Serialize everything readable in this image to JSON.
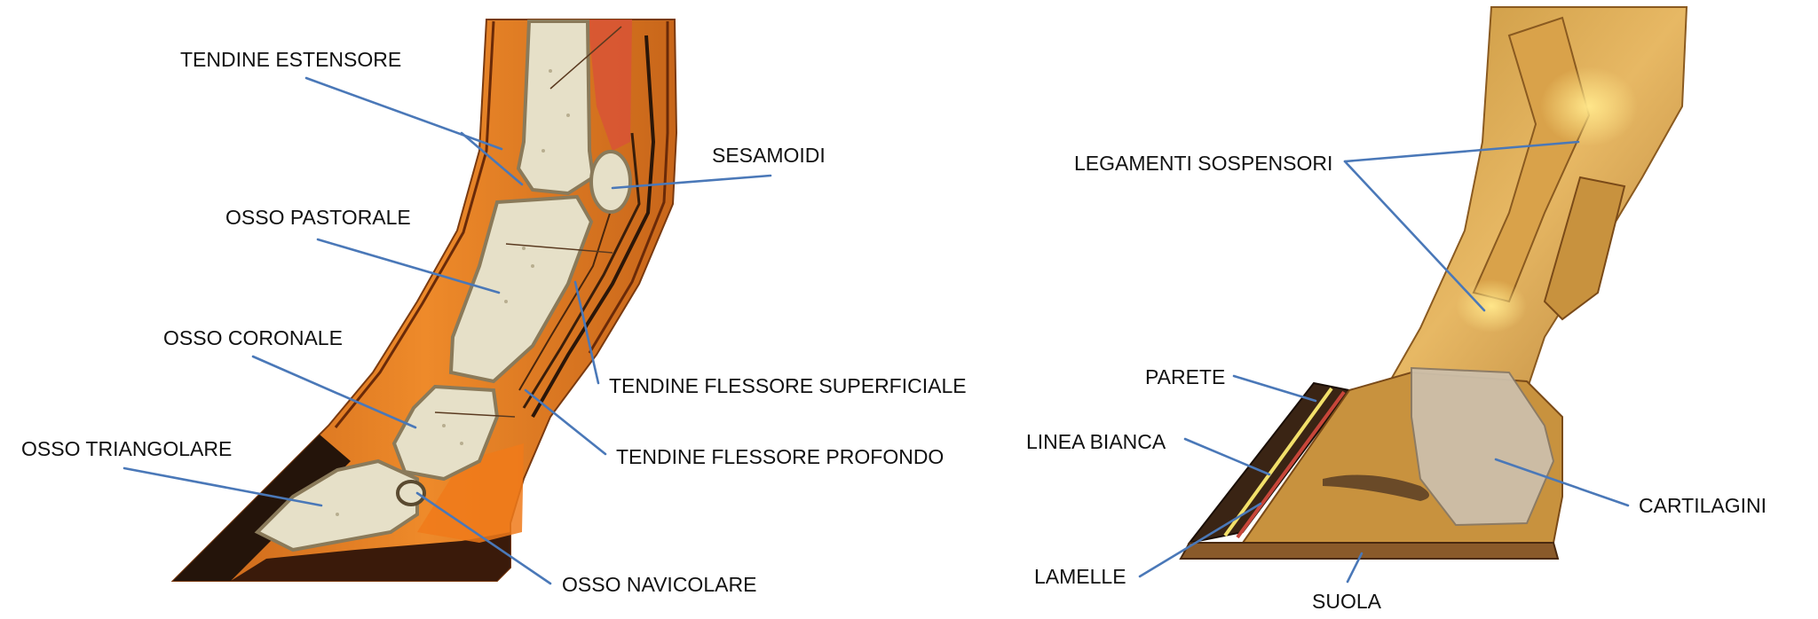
{
  "colors": {
    "pointer": "#4a78b8",
    "label_text": "#111111",
    "bone": "#e6e0c8",
    "bone_edge": "#8a7a5a",
    "tissue_orange": "#e0781e",
    "tissue_dark": "#8a3a0c",
    "hoof_dark": "#2a1a10",
    "ligament": "#d6a24a",
    "cartilage": "#cdbfaa"
  },
  "left_figure": {
    "view": "sagittal section of the equine lower limb",
    "labels": {
      "tendine_estensore": "TENDINE ESTENSORE",
      "sesamoidi": "SESAMOIDI",
      "osso_pastorale": "OSSO PASTORALE",
      "osso_coronale": "OSSO CORONALE",
      "tendine_flessore_superficiale": "TENDINE FLESSORE SUPERFICIALE",
      "tendine_flessore_profondo": "TENDINE FLESSORE PROFONDO",
      "osso_triangolare": "OSSO TRIANGOLARE",
      "osso_navicolare": "OSSO NAVICOLARE"
    }
  },
  "right_figure": {
    "view": "lateral view of the equine foot",
    "labels": {
      "legamenti_sospensori": "LEGAMENTI SOSPENSORI",
      "parete": "PARETE",
      "linea_bianca": "LINEA BIANCA",
      "cartilagini": "CARTILAGINI",
      "lamelle": "LAMELLE",
      "suola": "SUOLA"
    }
  }
}
